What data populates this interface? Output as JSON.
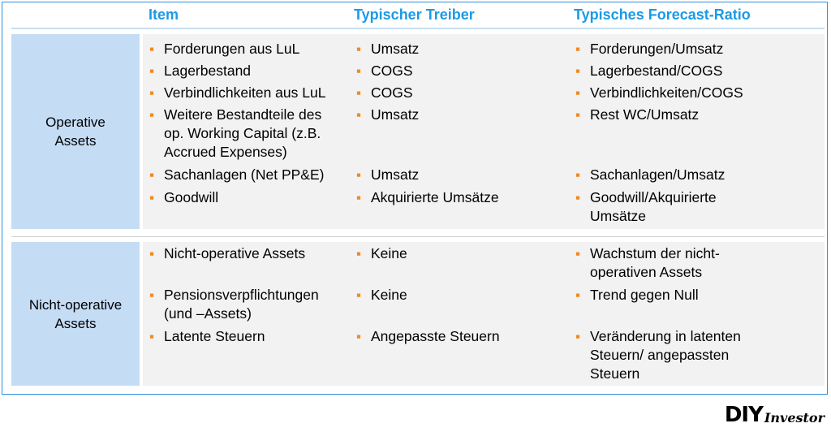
{
  "headers": {
    "item": "Item",
    "driver": "Typischer Treiber",
    "ratio": "Typisches Forecast-Ratio"
  },
  "sections": [
    {
      "label": "Operative\nAssets",
      "rows": [
        {
          "item": "Forderungen aus LuL",
          "driver": "Umsatz",
          "ratio": "Forderungen/Umsatz"
        },
        {
          "item": "Lagerbestand",
          "driver": "COGS",
          "ratio": "Lagerbestand/COGS"
        },
        {
          "item": "Verbindlichkeiten aus LuL",
          "driver": "COGS",
          "ratio": "Verbindlichkeiten/COGS"
        },
        {
          "item": "Weitere Bestandteile des\nop. Working Capital (z.B.\nAccrued Expenses)",
          "driver": "Umsatz",
          "ratio": "Rest WC/Umsatz"
        },
        {
          "item": "Sachanlagen (Net PP&E)",
          "driver": "Umsatz",
          "ratio": "Sachanlagen/Umsatz"
        },
        {
          "item": "Goodwill",
          "driver": "Akquirierte Umsätze",
          "ratio": "Goodwill/Akquirierte\nUmsätze"
        }
      ]
    },
    {
      "label": "Nicht-operative\nAssets",
      "rows": [
        {
          "item": "Nicht-operative Assets",
          "driver": "Keine",
          "ratio": "Wachstum der nicht-\noperativen Assets"
        },
        {
          "item": "Pensionsverpflichtungen\n(und –Assets)",
          "driver": "Keine",
          "ratio": "Trend gegen Null"
        },
        {
          "item": "Latente Steuern",
          "driver": "Angepasste Steuern",
          "ratio": "Veränderung in latenten\nSteuern/ angepassten\nSteuern"
        }
      ]
    }
  ],
  "logo": {
    "main": "DIY",
    "sub": "Investor"
  },
  "colors": {
    "header": "#1a9ae8",
    "bullet": "#f08a24",
    "label_bg": "#c5dcf5",
    "border": "#2f8fdc"
  }
}
